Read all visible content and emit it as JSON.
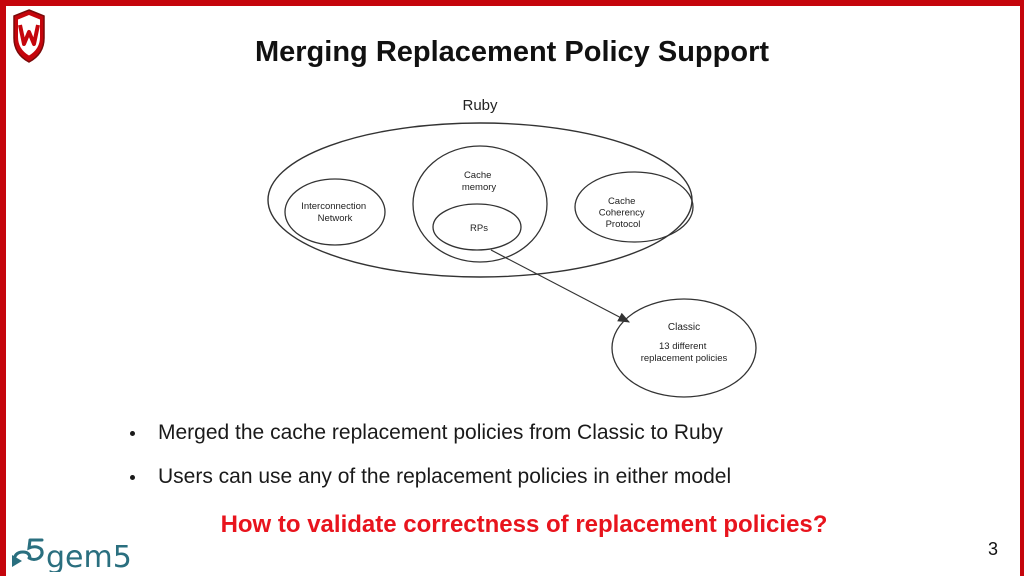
{
  "slide": {
    "title": "Merging Replacement Policy Support",
    "page_number": "3",
    "question": "How to validate correctness of replacement policies?"
  },
  "diagram": {
    "ruby_label": "Ruby",
    "interconnection": [
      "Interconnection",
      "Network"
    ],
    "cache_memory": [
      "Cache",
      "memory"
    ],
    "rps": "RPs",
    "coherency": [
      "Cache",
      "Coherency",
      "Protocol"
    ],
    "classic_title": "Classic",
    "classic_body": [
      "13 different",
      "replacement policies"
    ]
  },
  "bullets": [
    "Merged the cache replacement policies from Classic to Ruby",
    "Users can use any of the replacement policies in either model"
  ],
  "brand": {
    "accent": "#c5050c",
    "question_color": "#e8141d",
    "logo_text": "gem5",
    "logo_color": "#2a6f7f"
  }
}
